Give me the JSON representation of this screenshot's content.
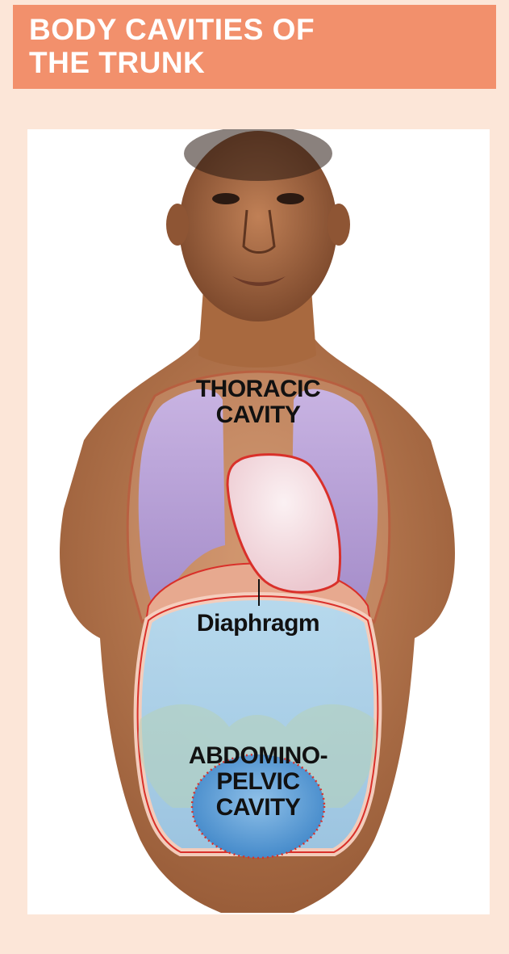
{
  "title": "BODY CAVITIES OF\nTHE TRUNK",
  "labels": {
    "thoracic": "THORACIC\nCAVITY",
    "diaphragm": "Diaphragm",
    "abdominopelvic": "ABDOMINO-\nPELVIC\nCAVITY"
  },
  "colors": {
    "header": "#f2906c",
    "background": "#fce6d8",
    "skin": "#b9764f",
    "lungs": "#b9a0d8",
    "heart": "#f4dde2",
    "abdominal_cavity": "#a9d3ec",
    "pelvic_cavity": "#6aa8d8",
    "cavity_outline": "#d9302a"
  }
}
